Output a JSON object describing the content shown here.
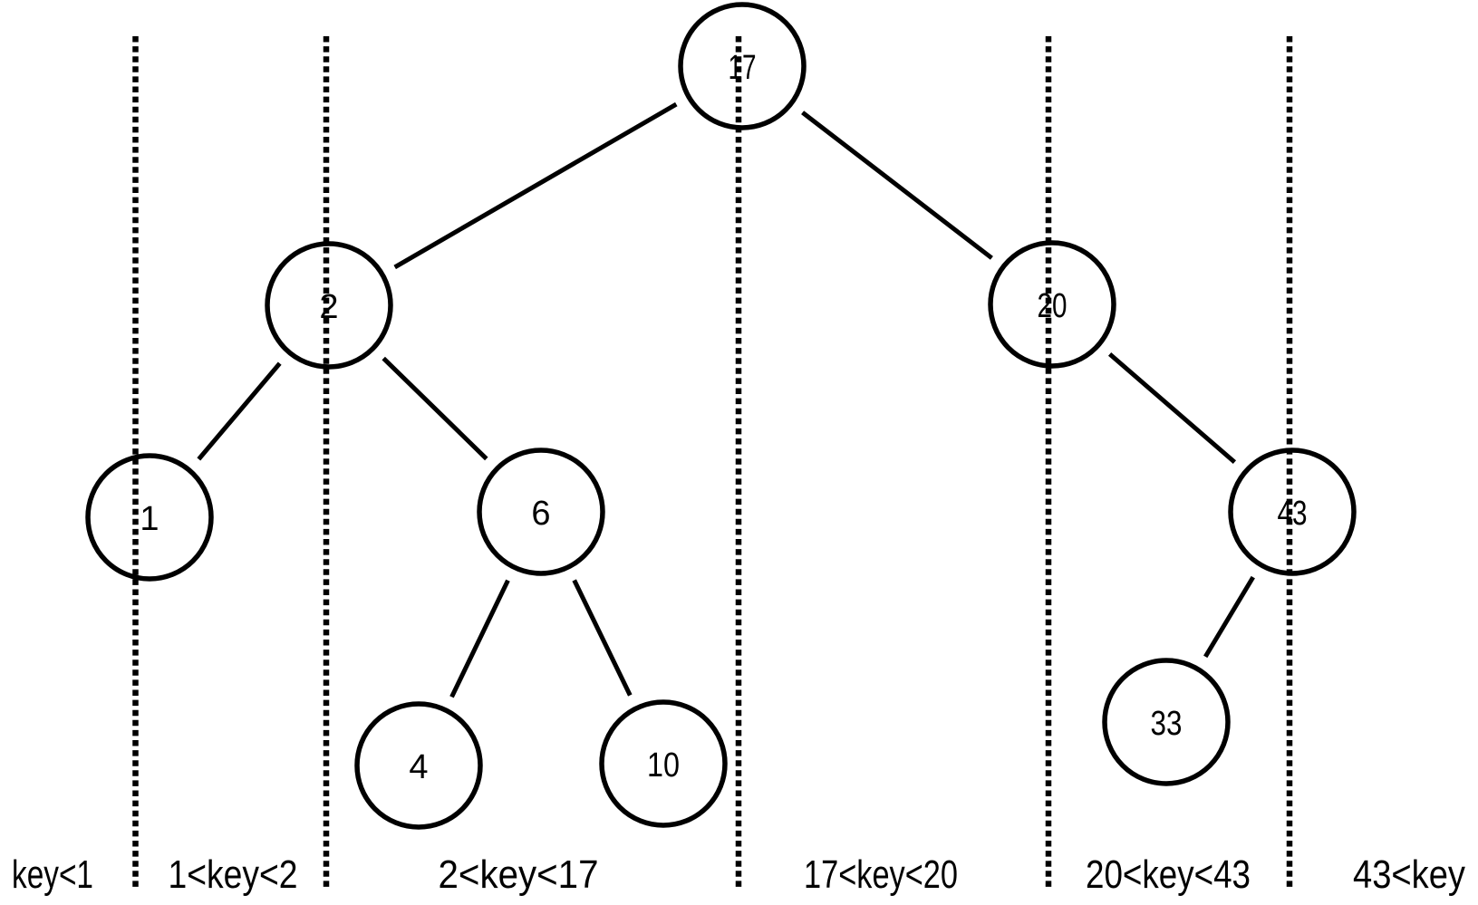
{
  "diagram": {
    "type": "binary-search-tree-with-key-range-partitions",
    "background_color": "#ffffff",
    "stroke_color": "#000000",
    "nodes": [
      {
        "value": "17"
      },
      {
        "value": "2"
      },
      {
        "value": "20"
      },
      {
        "value": "1"
      },
      {
        "value": "6"
      },
      {
        "value": "43"
      },
      {
        "value": "4"
      },
      {
        "value": "10"
      },
      {
        "value": "33"
      }
    ],
    "edges": [
      {
        "from": "17",
        "to": "2"
      },
      {
        "from": "17",
        "to": "20"
      },
      {
        "from": "2",
        "to": "1"
      },
      {
        "from": "2",
        "to": "6"
      },
      {
        "from": "6",
        "to": "4"
      },
      {
        "from": "6",
        "to": "10"
      },
      {
        "from": "20",
        "to": "43"
      },
      {
        "from": "43",
        "to": "33"
      }
    ],
    "regions": [
      {
        "label": "key<1"
      },
      {
        "label": "1<key<2"
      },
      {
        "label": "2<key<17"
      },
      {
        "label": "17<key<20"
      },
      {
        "label": "20<key<43"
      },
      {
        "label": "43<key"
      }
    ]
  }
}
